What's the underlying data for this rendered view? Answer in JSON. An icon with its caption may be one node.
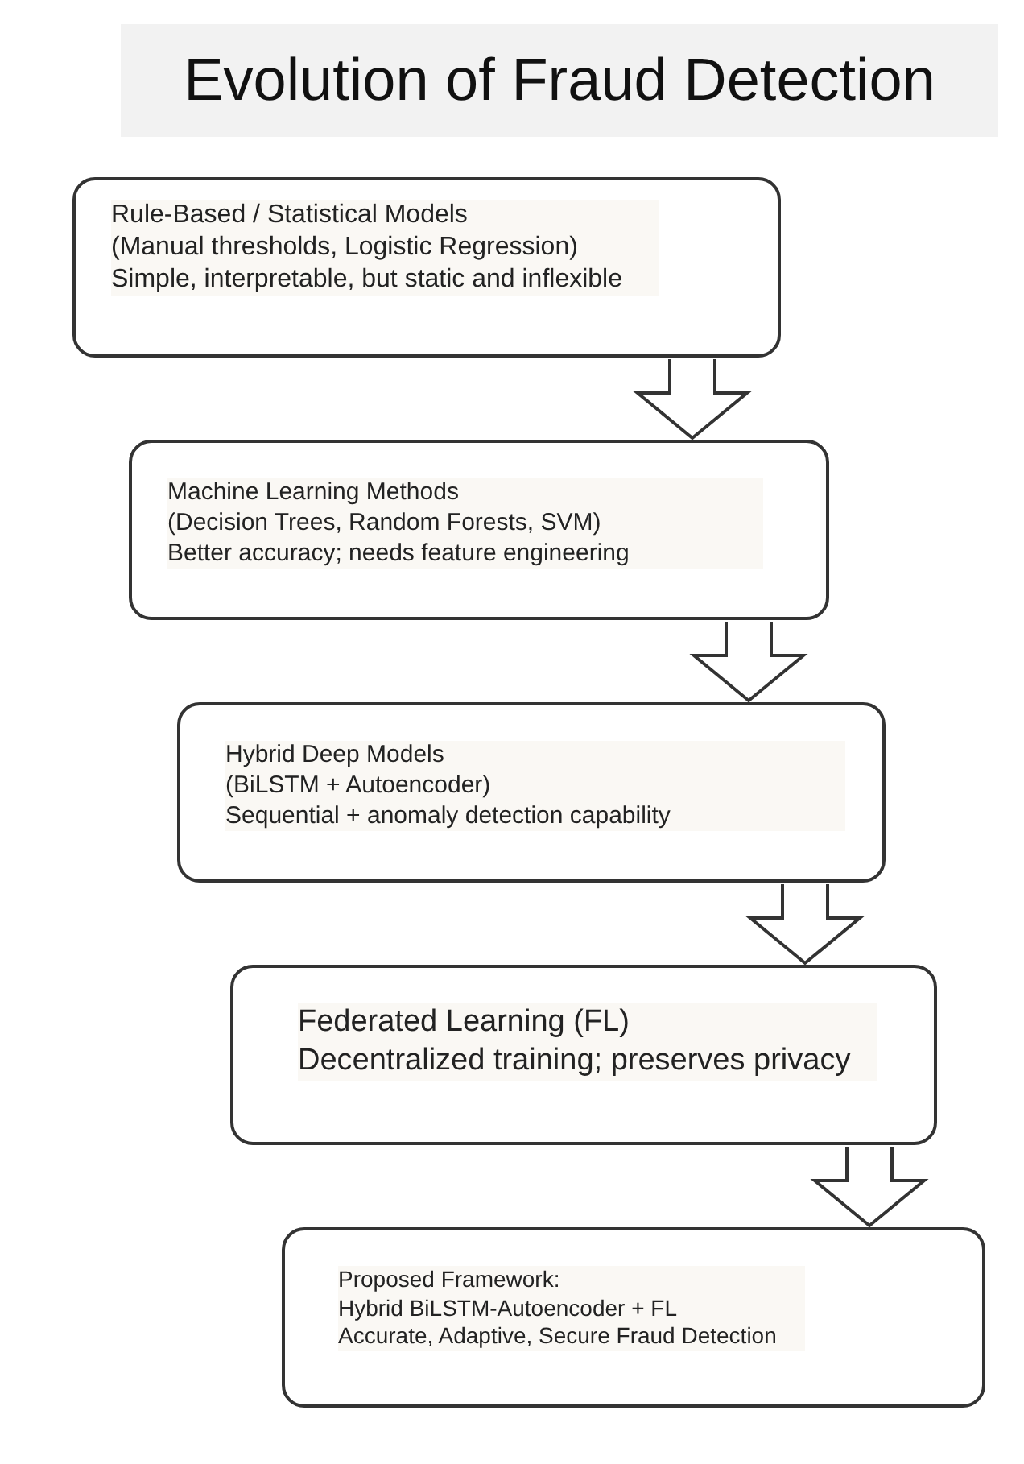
{
  "diagram": {
    "title": "Evolution of Fraud Detection",
    "nodes": [
      {
        "text": [
          "Rule-Based / Statistical Models",
          "(Manual thresholds, Logistic Regression)",
          "Simple, interpretable, but static and inflexible"
        ]
      },
      {
        "text": [
          "Machine Learning Methods",
          "(Decision Trees, Random Forests, SVM)",
          "Better accuracy; needs feature engineering"
        ]
      },
      {
        "text": [
          "Hybrid Deep Models",
          "(BiLSTM + Autoencoder)",
          "Sequential + anomaly detection capability"
        ]
      },
      {
        "text": [
          "Federated Learning (FL)",
          "Decentralized training; preserves privacy"
        ]
      },
      {
        "text": [
          "Proposed Framework:",
          "Hybrid BiLSTM-Autoencoder + FL",
          "Accurate, Adaptive, Secure Fraud Detection"
        ]
      }
    ],
    "edges": [
      {
        "from": 0,
        "to": 1,
        "arrow": "to"
      },
      {
        "from": 1,
        "to": 2,
        "arrow": "to"
      },
      {
        "from": 2,
        "to": 3,
        "arrow": "to"
      },
      {
        "from": 3,
        "to": 4,
        "arrow": "to"
      }
    ]
  }
}
